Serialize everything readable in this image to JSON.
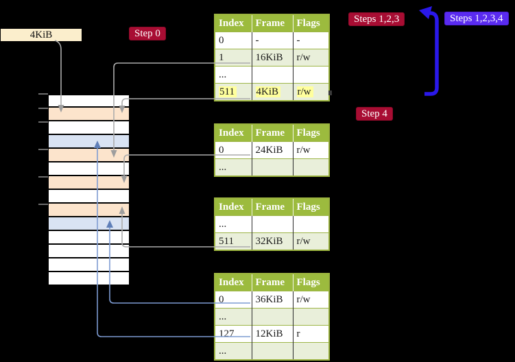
{
  "title": "Four-level page table translation diagram",
  "colors": {
    "background": "#000000",
    "table_header_green": "#9CBB3E",
    "table_alt_row_green": "#E9EFDA",
    "table_border_green": "#9CB43F",
    "highlight_yellow": "#FFFF9D",
    "memory_frame_orange": "#FCE4CC",
    "memory_frame_blue": "#D9E3F3",
    "label_cream": "#FBEECC",
    "badge_red": "#A80D33",
    "badge_blue": "#5A2BF0",
    "loop_arrow_blue": "#2A18E9",
    "connector_gray": "#ACACAC",
    "connector_blue": "#7D9BD2"
  },
  "labels": {
    "page_size": "4KiB"
  },
  "badges": {
    "step0": "Step 0",
    "steps123": "Steps 1,2,3",
    "steps1234": "Steps 1,2,3,4",
    "step4": "Step 4"
  },
  "tables": [
    {
      "name": "page-table-level-1",
      "headers": [
        "Index",
        "Frame",
        "Flags"
      ],
      "rows": [
        {
          "cells": [
            "0",
            "-",
            "-"
          ],
          "alt": false,
          "highlight": false
        },
        {
          "cells": [
            "1",
            "16KiB",
            "r/w"
          ],
          "alt": true,
          "highlight": false
        },
        {
          "cells": [
            "...",
            "",
            ""
          ],
          "alt": false,
          "highlight": false
        },
        {
          "cells": [
            "511",
            "4KiB",
            "r/w"
          ],
          "alt": true,
          "highlight": true
        }
      ]
    },
    {
      "name": "page-table-level-2",
      "headers": [
        "Index",
        "Frame",
        "Flags"
      ],
      "rows": [
        {
          "cells": [
            "0",
            "24KiB",
            "r/w"
          ],
          "alt": false,
          "highlight": false
        },
        {
          "cells": [
            "...",
            "",
            ""
          ],
          "alt": true,
          "highlight": false
        }
      ]
    },
    {
      "name": "page-table-level-3",
      "headers": [
        "Index",
        "Frame",
        "Flags"
      ],
      "rows": [
        {
          "cells": [
            "...",
            "",
            ""
          ],
          "alt": false,
          "highlight": false
        },
        {
          "cells": [
            "511",
            "32KiB",
            "r/w"
          ],
          "alt": true,
          "highlight": false
        }
      ]
    },
    {
      "name": "page-table-level-4",
      "headers": [
        "Index",
        "Frame",
        "Flags"
      ],
      "rows": [
        {
          "cells": [
            "0",
            "36KiB",
            "r/w"
          ],
          "alt": false,
          "highlight": false
        },
        {
          "cells": [
            "...",
            "",
            ""
          ],
          "alt": true,
          "highlight": false
        },
        {
          "cells": [
            "127",
            "12KiB",
            "r"
          ],
          "alt": false,
          "highlight": false
        },
        {
          "cells": [
            "...",
            "",
            ""
          ],
          "alt": true,
          "highlight": false
        }
      ]
    }
  ],
  "memory": {
    "rows": [
      "white",
      "orange",
      "white",
      "blue",
      "orange",
      "white",
      "orange",
      "white",
      "orange",
      "blue",
      "white",
      "white",
      "white",
      "white"
    ],
    "ticks_y": [
      136,
      157,
      177,
      217,
      257,
      297
    ]
  }
}
